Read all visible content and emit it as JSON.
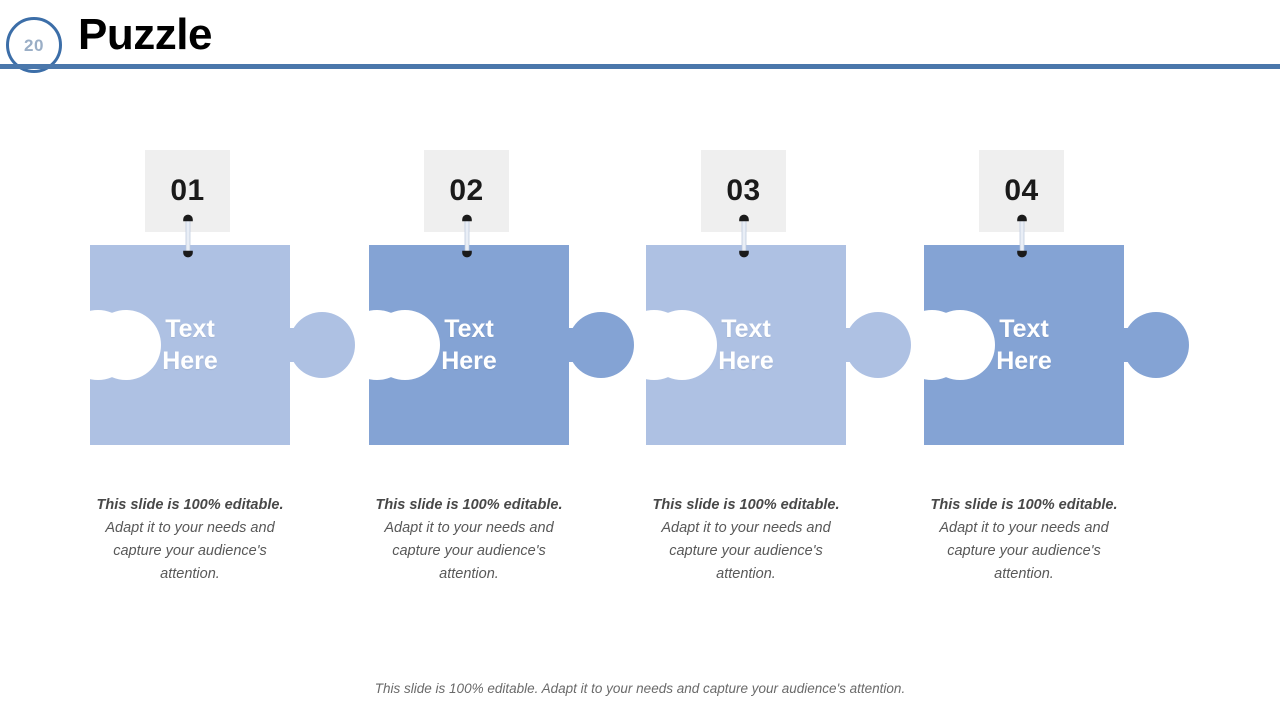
{
  "header": {
    "slide_number": "20",
    "title": "Puzzle",
    "rule_color": "#4A77AB",
    "badge_ring_color": "#3C6EA8",
    "badge_text_color": "#9AAEC6"
  },
  "colors": {
    "piece_light": "#AEC1E3",
    "piece_dark": "#84A3D4",
    "number_badge_bg": "#EFEFEF",
    "number_text": "#1A1A1A",
    "piece_text": "#FFFFFF",
    "caption_text": "#585858"
  },
  "pieces": [
    {
      "number": "01",
      "label_line1": "Text",
      "label_line2": "Here",
      "color": "#AEC1E3",
      "caption_bold": "This slide is 100% editable.",
      "caption_rest": " Adapt it to your needs and capture your audience's attention."
    },
    {
      "number": "02",
      "label_line1": "Text",
      "label_line2": "Here",
      "color": "#84A3D4",
      "caption_bold": "This slide is 100% editable.",
      "caption_rest": " Adapt it to your needs and capture your audience's attention."
    },
    {
      "number": "03",
      "label_line1": "Text",
      "label_line2": "Here",
      "color": "#AEC1E3",
      "caption_bold": "This slide is 100% editable.",
      "caption_rest": " Adapt it to your needs and capture your audience's attention."
    },
    {
      "number": "04",
      "label_line1": "Text",
      "label_line2": "Here",
      "color": "#84A3D4",
      "caption_bold": "This slide is 100% editable.",
      "caption_rest": " Adapt it to your needs and capture your audience's attention."
    }
  ],
  "footer": {
    "note": "This slide is 100% editable. Adapt it to your needs and capture your audience's attention."
  }
}
